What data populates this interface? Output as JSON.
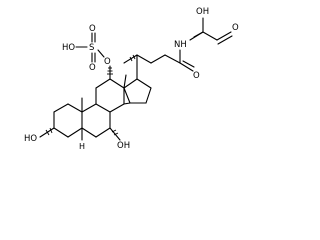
{
  "molecule": {
    "labels": {
      "carboxyl_oh": "OH",
      "carboxyl_o": "O",
      "amide_nh": "NH",
      "amide_o": "O",
      "sulfonic_ho": "HO",
      "sulfur": "S",
      "sulfate_o_top": "O",
      "sulfate_o_bottom": "O",
      "ester_o": "O",
      "h_c5": "H",
      "oh_c3": "HO",
      "oh_c7": "OH"
    }
  }
}
